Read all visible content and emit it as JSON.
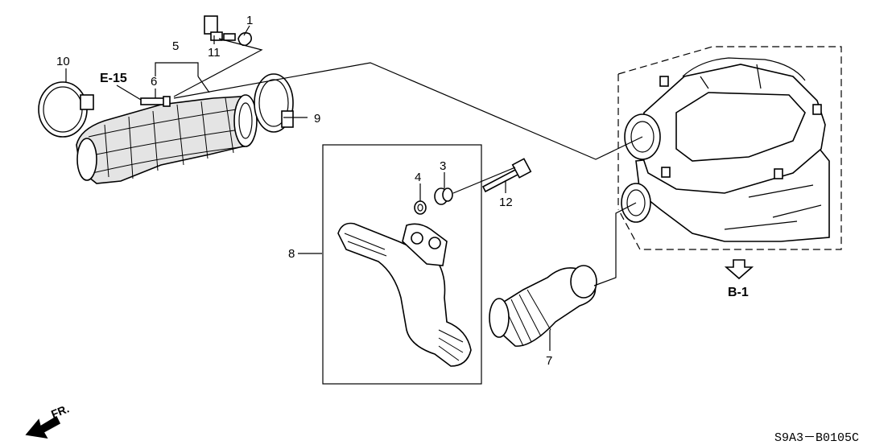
{
  "callouts": {
    "c1": "1",
    "c3": "3",
    "c4": "4",
    "c5": "5",
    "c6": "6",
    "c7": "7",
    "c8": "8",
    "c9": "9",
    "c10": "10",
    "c11": "11",
    "c12": "12"
  },
  "references": {
    "e15": "E-15",
    "b1": "B-1"
  },
  "footer": {
    "code": "S9A3－B0105C",
    "front": "FR."
  }
}
